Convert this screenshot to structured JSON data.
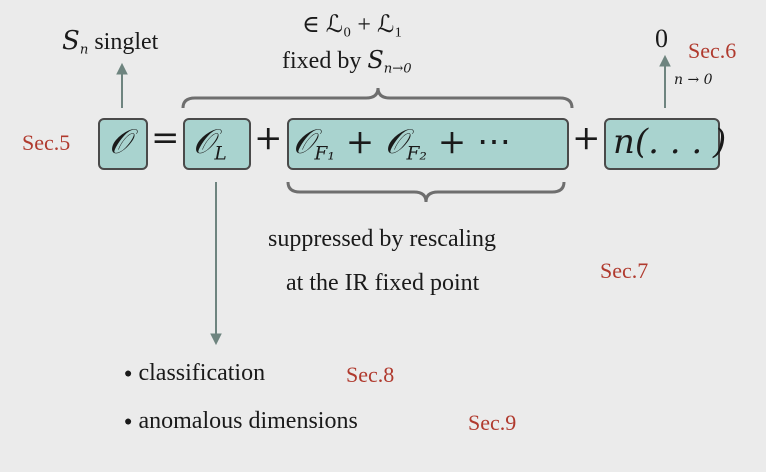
{
  "top_left": {
    "symbol": "S",
    "subscript": "n",
    "word": "singlet"
  },
  "top_center": {
    "line1": "∈ ℒ₀ + ℒ₁",
    "line2_prefix": "fixed by",
    "line2_symbol": "S",
    "line2_subscript": "n→0"
  },
  "top_right": {
    "zero": "0",
    "limit_label": "n → 0"
  },
  "equation": {
    "lhs": "𝒪",
    "equals": "=",
    "term_L": "𝒪",
    "term_L_sub": "L",
    "plus1": "+",
    "term_F1": "𝒪",
    "term_F1_sub": "F₁",
    "plus_inner": "+",
    "term_F2": "𝒪",
    "term_F2_sub": "F₂",
    "tail": "+ ⋯",
    "plus2": "+",
    "term_n": "n(. . . )"
  },
  "bottom_center": {
    "line1": "suppressed by rescaling",
    "line2": "at the IR fixed point"
  },
  "bullets": [
    {
      "text": "classification",
      "sec": "Sec.8"
    },
    {
      "text": "anomalous dimensions",
      "sec": "Sec.9"
    }
  ],
  "sections": {
    "sec5": "Sec.5",
    "sec6": "Sec.6",
    "sec7": "Sec.7"
  },
  "colors": {
    "box_fill": "#a9d3cf",
    "box_border": "#4a4a4a",
    "arrow": "#6e847f",
    "section_red": "#b03a2e",
    "background": "#ebebeb"
  }
}
